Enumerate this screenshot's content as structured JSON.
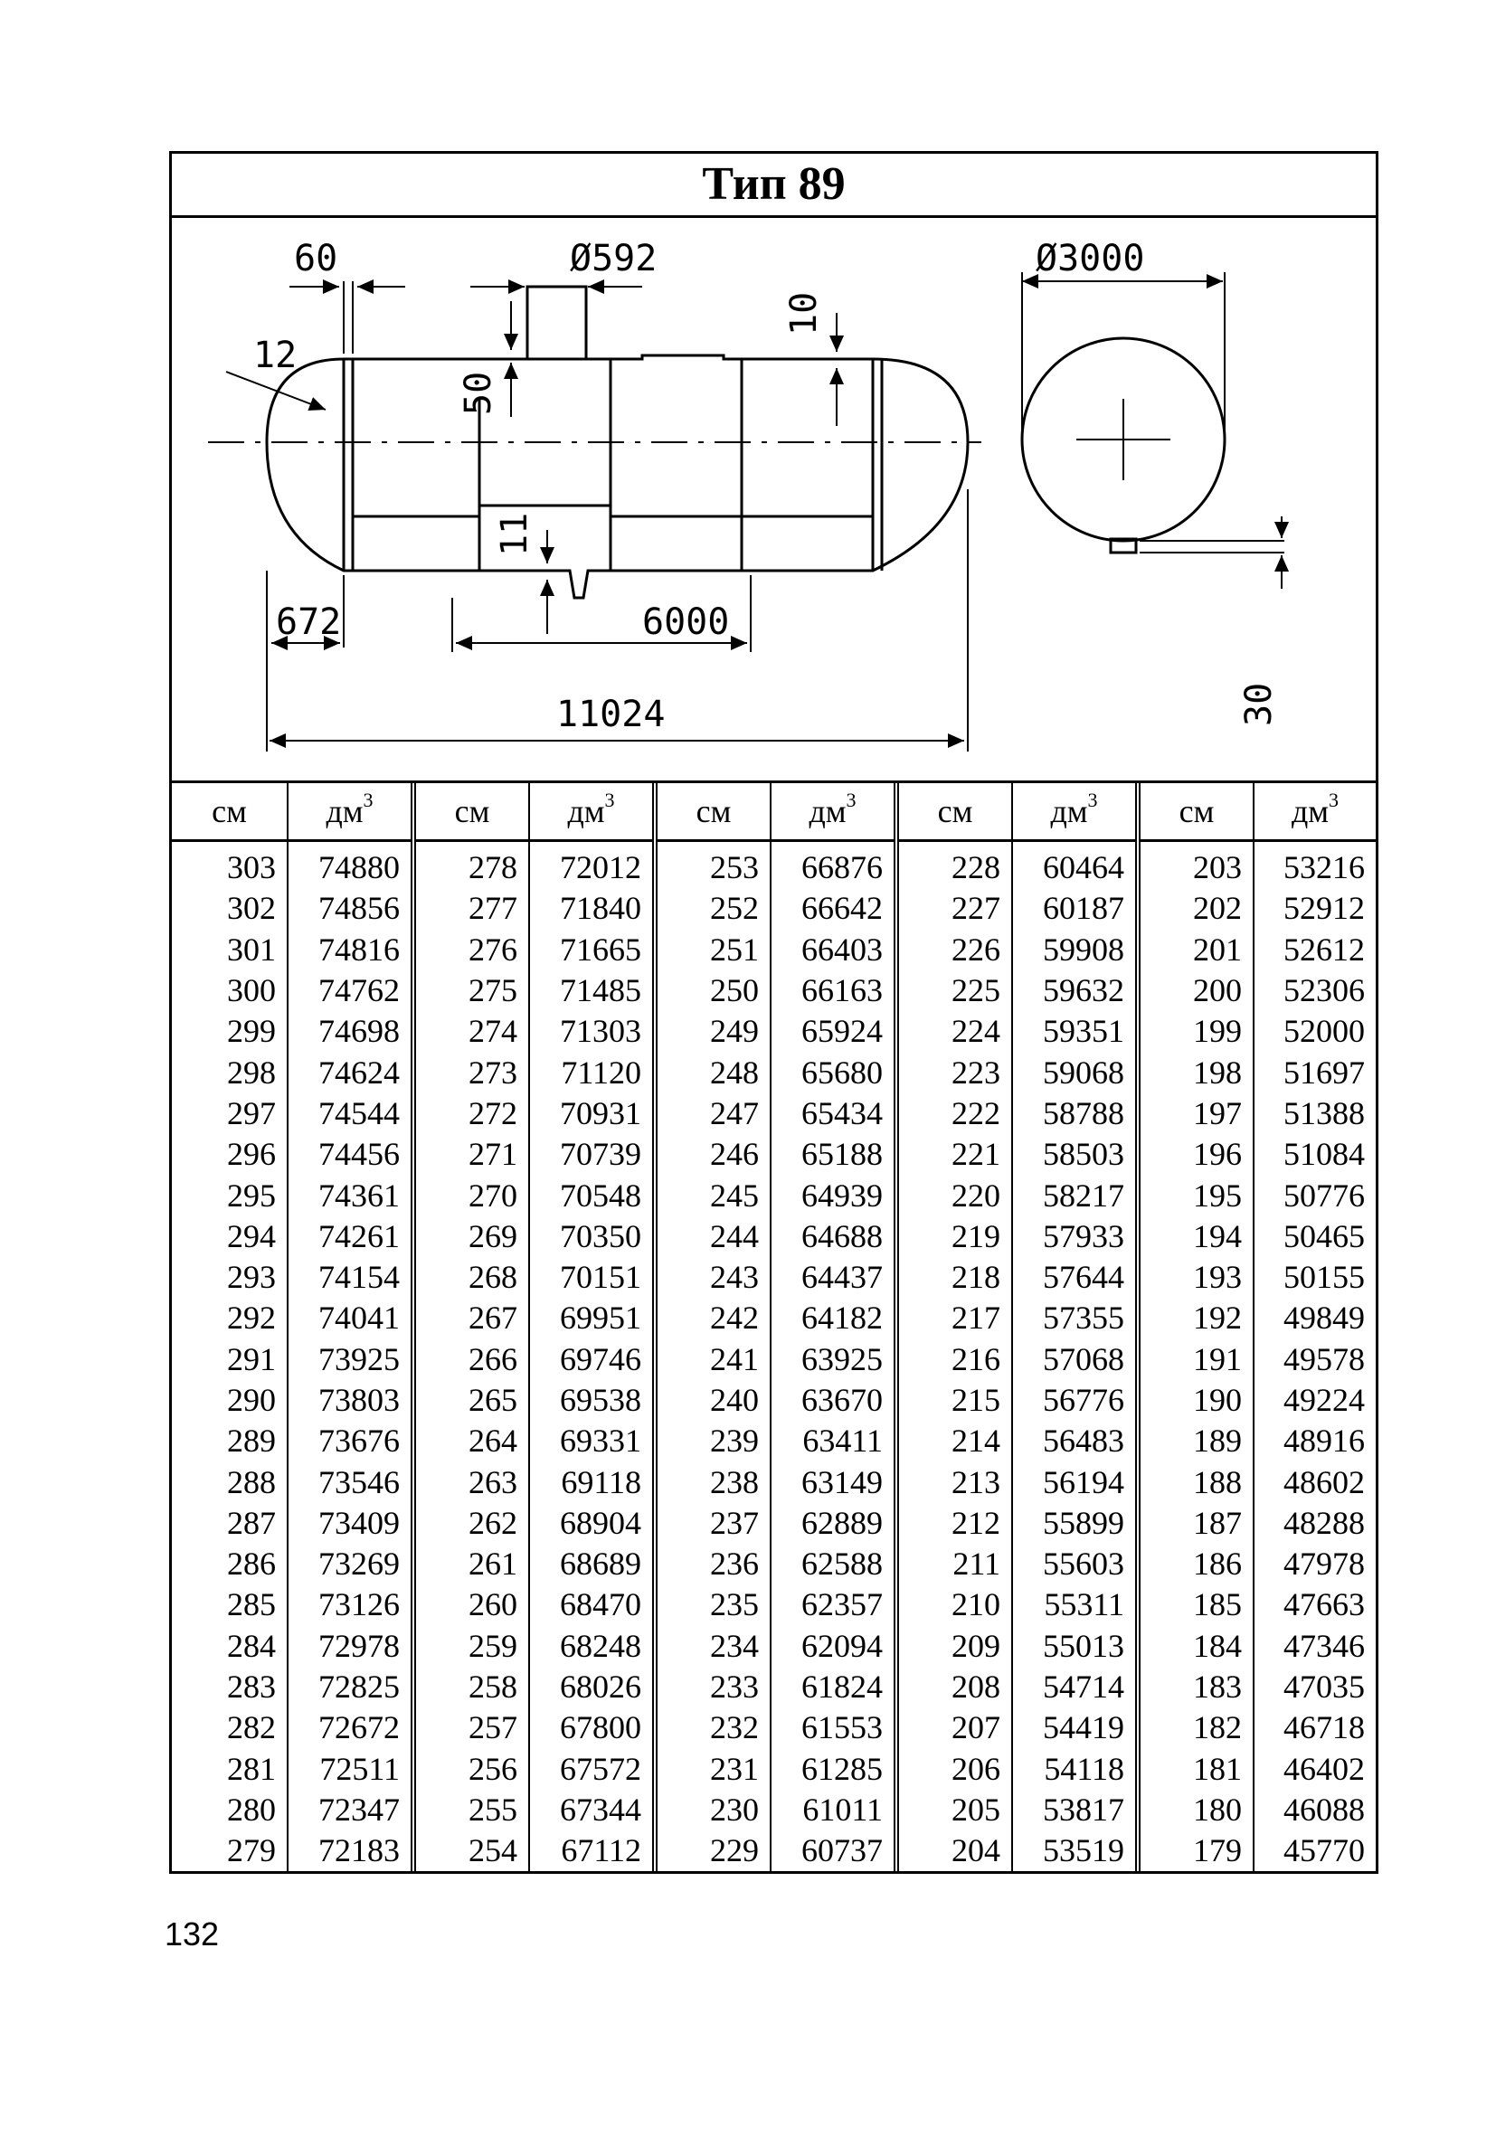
{
  "title": "Тип 89",
  "drawing": {
    "dim_end_cap": "60",
    "dim_nozzle": "Ø592",
    "dim_diameter": "Ø3000",
    "dim_wall": "12",
    "dim_nozzle_height": "50",
    "dim_top": "10",
    "dim_bottom": "11",
    "dim_head": "672",
    "dim_middle": "6000",
    "dim_total": "11024",
    "dim_sump": "30"
  },
  "table": {
    "header_cm": "см",
    "header_dm": "дм",
    "header_dm_sup": "3",
    "groups": [
      {
        "cm": [
          "303",
          "302",
          "301",
          "300",
          "299",
          "298",
          "297",
          "296",
          "295",
          "294",
          "293",
          "292",
          "291",
          "290",
          "289",
          "288",
          "287",
          "286",
          "285",
          "284",
          "283",
          "282",
          "281",
          "280",
          "279"
        ],
        "dm3": [
          "74880",
          "74856",
          "74816",
          "74762",
          "74698",
          "74624",
          "74544",
          "74456",
          "74361",
          "74261",
          "74154",
          "74041",
          "73925",
          "73803",
          "73676",
          "73546",
          "73409",
          "73269",
          "73126",
          "72978",
          "72825",
          "72672",
          "72511",
          "72347",
          "72183"
        ]
      },
      {
        "cm": [
          "278",
          "277",
          "276",
          "275",
          "274",
          "273",
          "272",
          "271",
          "270",
          "269",
          "268",
          "267",
          "266",
          "265",
          "264",
          "263",
          "262",
          "261",
          "260",
          "259",
          "258",
          "257",
          "256",
          "255",
          "254"
        ],
        "dm3": [
          "72012",
          "71840",
          "71665",
          "71485",
          "71303",
          "71120",
          "70931",
          "70739",
          "70548",
          "70350",
          "70151",
          "69951",
          "69746",
          "69538",
          "69331",
          "69118",
          "68904",
          "68689",
          "68470",
          "68248",
          "68026",
          "67800",
          "67572",
          "67344",
          "67112"
        ]
      },
      {
        "cm": [
          "253",
          "252",
          "251",
          "250",
          "249",
          "248",
          "247",
          "246",
          "245",
          "244",
          "243",
          "242",
          "241",
          "240",
          "239",
          "238",
          "237",
          "236",
          "235",
          "234",
          "233",
          "232",
          "231",
          "230",
          "229"
        ],
        "dm3": [
          "66876",
          "66642",
          "66403",
          "66163",
          "65924",
          "65680",
          "65434",
          "65188",
          "64939",
          "64688",
          "64437",
          "64182",
          "63925",
          "63670",
          "63411",
          "63149",
          "62889",
          "62588",
          "62357",
          "62094",
          "61824",
          "61553",
          "61285",
          "61011",
          "60737"
        ]
      },
      {
        "cm": [
          "228",
          "227",
          "226",
          "225",
          "224",
          "223",
          "222",
          "221",
          "220",
          "219",
          "218",
          "217",
          "216",
          "215",
          "214",
          "213",
          "212",
          "211",
          "210",
          "209",
          "208",
          "207",
          "206",
          "205",
          "204"
        ],
        "dm3": [
          "60464",
          "60187",
          "59908",
          "59632",
          "59351",
          "59068",
          "58788",
          "58503",
          "58217",
          "57933",
          "57644",
          "57355",
          "57068",
          "56776",
          "56483",
          "56194",
          "55899",
          "55603",
          "55311",
          "55013",
          "54714",
          "54419",
          "54118",
          "53817",
          "53519"
        ]
      },
      {
        "cm": [
          "203",
          "202",
          "201",
          "200",
          "199",
          "198",
          "197",
          "196",
          "195",
          "194",
          "193",
          "192",
          "191",
          "190",
          "189",
          "188",
          "187",
          "186",
          "185",
          "184",
          "183",
          "182",
          "181",
          "180",
          "179"
        ],
        "dm3": [
          "53216",
          "52912",
          "52612",
          "52306",
          "52000",
          "51697",
          "51388",
          "51084",
          "50776",
          "50465",
          "50155",
          "49849",
          "49578",
          "49224",
          "48916",
          "48602",
          "48288",
          "47978",
          "47663",
          "47346",
          "47035",
          "46718",
          "46402",
          "46088",
          "45770"
        ]
      }
    ]
  },
  "page_number": "132"
}
